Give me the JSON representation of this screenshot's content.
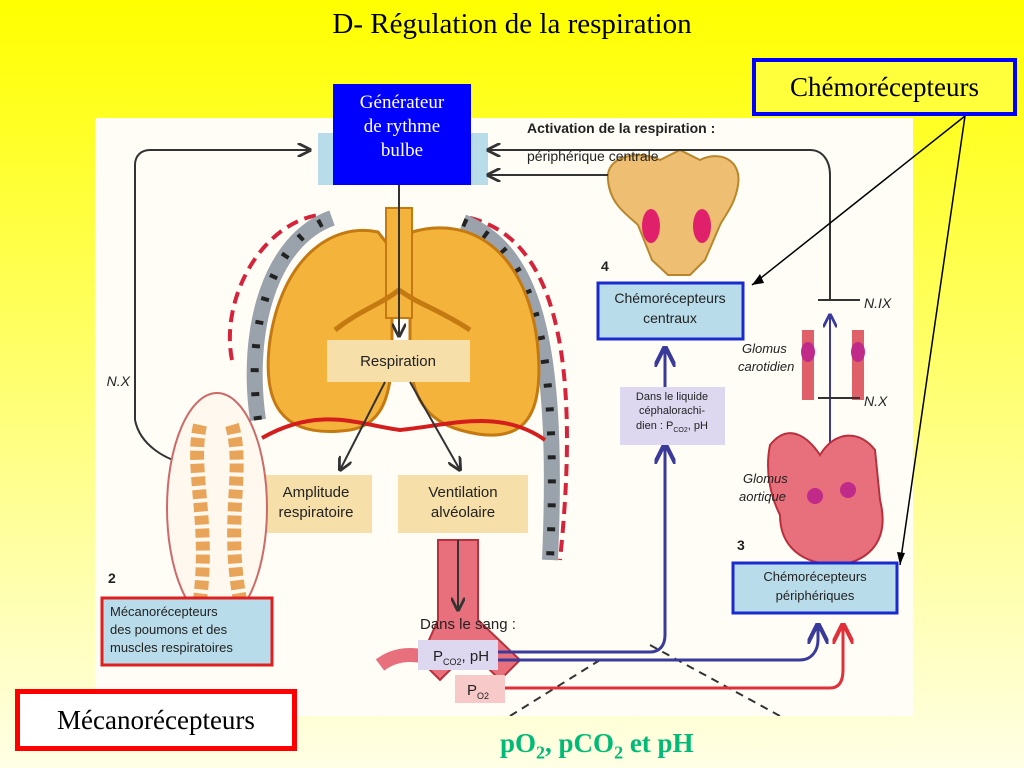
{
  "title": "D- Régulation de la respiration",
  "generator": {
    "line1": "Générateur",
    "line2": "de rythme",
    "line3": "bulbe"
  },
  "chemoreceptors_label": "Chémorécepteurs",
  "mechanoreceptors_label": "Mécanorécepteurs",
  "gas_caption": {
    "p1": "pO",
    "sub1": "2",
    "p2": ", pCO",
    "sub2": "2",
    "p3": " et pH"
  },
  "figure": {
    "activation_title": "Activation de la respiration :",
    "activation_types": "périphérique centrale",
    "respiration": "Respiration",
    "amplitude": {
      "line1": "Amplitude",
      "line2": "respiratoire"
    },
    "ventilation": {
      "line1": "Ventilation",
      "line2": "alvéolaire"
    },
    "nx_left": "N.X",
    "nix": "N.IX",
    "nx_right": "N.X",
    "glomus_carotidien": {
      "line1": "Glomus",
      "line2": "carotidien"
    },
    "glomus_aortique": {
      "line1": "Glomus",
      "line2": "aortique"
    },
    "csf": {
      "line1": "Dans le liquide",
      "line2": "céphalorachi-",
      "line3": "dien : P",
      "sub": "CO2",
      "line3b": ", pH"
    },
    "central_chemo": {
      "line1": "Chémorécepteurs",
      "line2": "centraux"
    },
    "peripheral_chemo": {
      "line1": "Chémorécepteurs",
      "line2": "périphériques"
    },
    "mechano": {
      "line1": "Mécanorécepteurs",
      "line2": "des poumons et des",
      "line3": "muscles respiratoires"
    },
    "blood": "Dans le sang :",
    "pco2": {
      "p": "P",
      "sub": "CO2",
      "rest": ", pH"
    },
    "po2": {
      "p": "P",
      "sub": "O2"
    },
    "num2": "2",
    "num3": "3",
    "num4": "4"
  },
  "colors": {
    "blue_box": "#0000ff",
    "red_box": "#ff0000",
    "caption": "#00bb77",
    "lung": "#f4b43c",
    "nerve": "#3a3a9a",
    "artery": "#e0303a"
  }
}
